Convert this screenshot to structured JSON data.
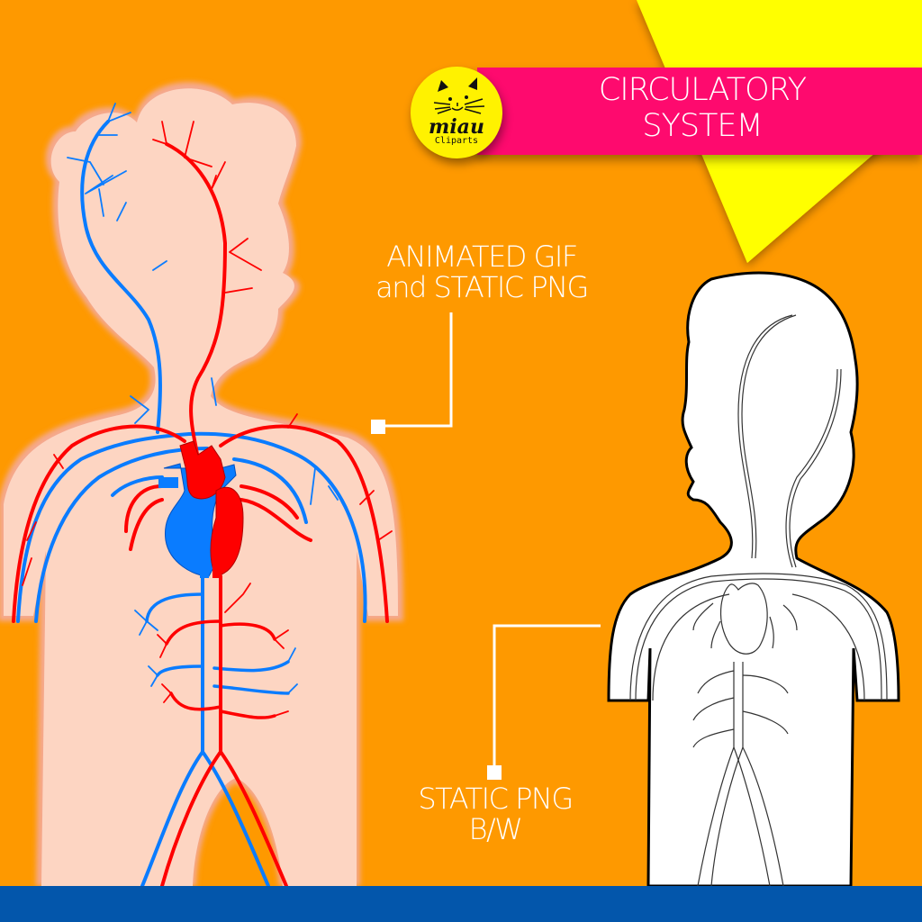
{
  "header": {
    "title_line1": "CIRCULATORY",
    "title_line2": "SYSTEM",
    "banner_color": "#fe0a6e",
    "accent_triangle_color": "#ffff00"
  },
  "logo": {
    "brand": "miau",
    "subtitle": "Cliparts",
    "icon": "cat-face-icon",
    "background_color": "#fff200"
  },
  "callouts": [
    {
      "line1": "ANIMATED GIF",
      "line2": "and STATIC PNG",
      "points_to": "color-figure"
    },
    {
      "line1": "STATIC PNG",
      "line2": "B/W",
      "points_to": "bw-figure"
    }
  ],
  "figures": {
    "color": {
      "label": "color-circulatory-figure",
      "skin_color": "#fdd5c2",
      "artery_color": "#fe0000",
      "vein_color": "#0a7cff"
    },
    "bw": {
      "label": "bw-circulatory-figure",
      "fill_color": "#ffffff",
      "outline_color": "#000000"
    }
  },
  "theme": {
    "background": "#fe9900",
    "bottom_bar": "#0356ab"
  }
}
